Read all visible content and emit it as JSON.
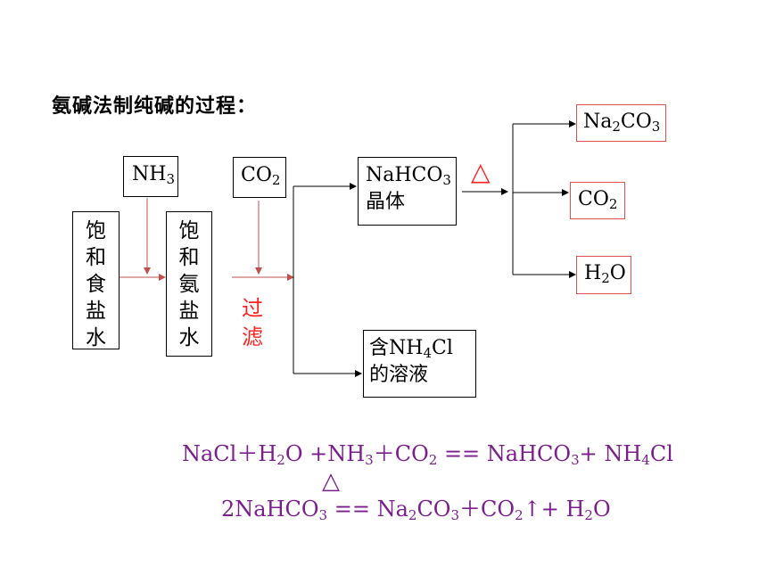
{
  "title": "氨碱法制纯碱的过程：",
  "reactants": {
    "nh3": {
      "base": "NH",
      "sub": "3"
    },
    "co2": {
      "base": "CO",
      "sub": "2"
    }
  },
  "boxes": {
    "saturated_brine": "饱和食盐水",
    "ammoniated_brine": "饱和氨盐水",
    "crystal_formula": {
      "base": "NaHCO",
      "sub": "3"
    },
    "crystal_label": "晶体",
    "solution_prefix": "含",
    "solution_formula": {
      "base": "NH",
      "sub": "4",
      "tail": "Cl"
    },
    "solution_label": "的溶液"
  },
  "filter_label": "过滤",
  "heat_symbol": "△",
  "products": {
    "na2co3": {
      "a": "Na",
      "s1": "2",
      "b": "CO",
      "s2": "3"
    },
    "co2": {
      "base": "CO",
      "sub": "2"
    },
    "h2o": {
      "a": "H",
      "s1": "2",
      "b": "O"
    }
  },
  "equation1": {
    "t1": "NaCl＋H",
    "s1": "2",
    "t2": "O +NH",
    "s2": "3",
    "t3": "＋CO",
    "s3": "2",
    "t4": " == NaHCO",
    "s4": "3",
    "t5": "+ NH",
    "s5": "4",
    "t6": "Cl"
  },
  "equation2": {
    "heat": "△",
    "t1": "2NaHCO",
    "s1": "3",
    "t2": " == Na",
    "s2": "2",
    "t3": "CO",
    "s3": "3",
    "t4": "＋CO",
    "s4": "2",
    "arrow": "↑",
    "t5": "+ H",
    "s5": "2",
    "t6": "O"
  }
}
